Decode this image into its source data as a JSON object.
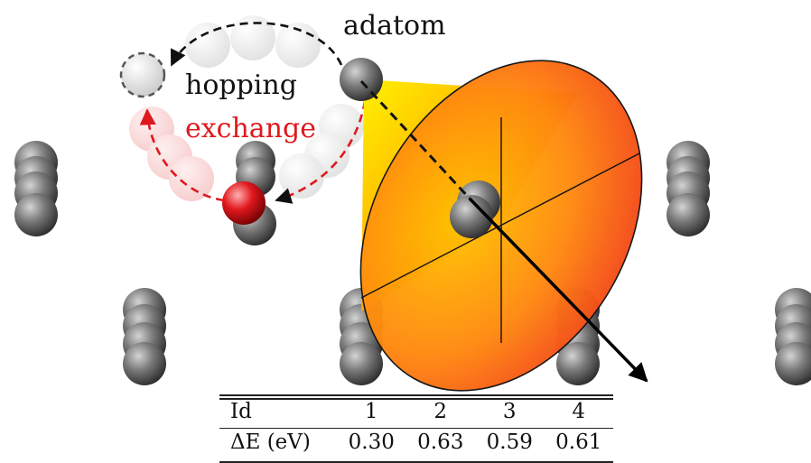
{
  "labels": {
    "adatom": "adatom",
    "hopping": "hopping",
    "exchange": "exchange"
  },
  "colors": {
    "hopping_path": "#111111",
    "exchange_path": "#e0181e",
    "cone_tip": "#ffe600",
    "cone_base": "#ee3a1e"
  },
  "table": {
    "header_label": "Id",
    "row_label": "ΔE (eV)",
    "ids": [
      "1",
      "2",
      "3",
      "4"
    ],
    "values": [
      "0.30",
      "0.63",
      "0.59",
      "0.61"
    ]
  }
}
